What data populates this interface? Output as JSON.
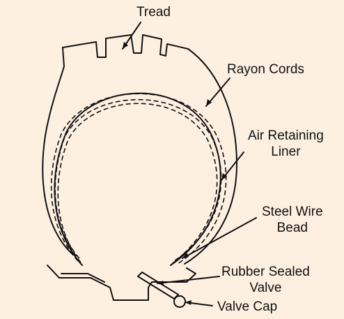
{
  "labels": {
    "tread": "Tread",
    "rayon_cords": "Rayon Cords",
    "air_liner_line1": "Air Retaining",
    "air_liner_line2": "Liner",
    "bead_line1": "Steel Wire",
    "bead_line2": "Bead",
    "valve_line1": "Rubber Sealed",
    "valve_line2": "Valve",
    "valve_cap": "Valve Cap"
  },
  "colors": {
    "background": "#fdf0e1",
    "ink": "#111111"
  }
}
